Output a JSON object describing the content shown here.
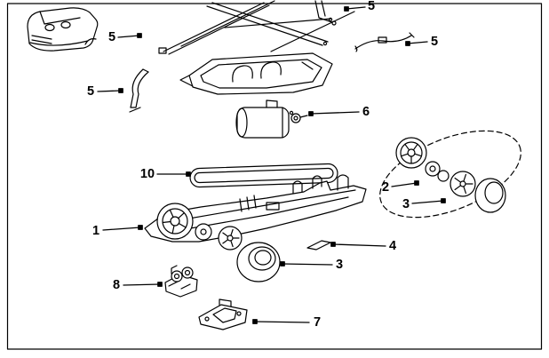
{
  "page": {
    "background": "#ffffff",
    "line_color": "#000000"
  },
  "diagram": {
    "callouts": [
      "5",
      "5",
      "5",
      "5",
      "6",
      "10",
      "2",
      "3",
      "1",
      "4",
      "3",
      "8",
      "7"
    ]
  }
}
